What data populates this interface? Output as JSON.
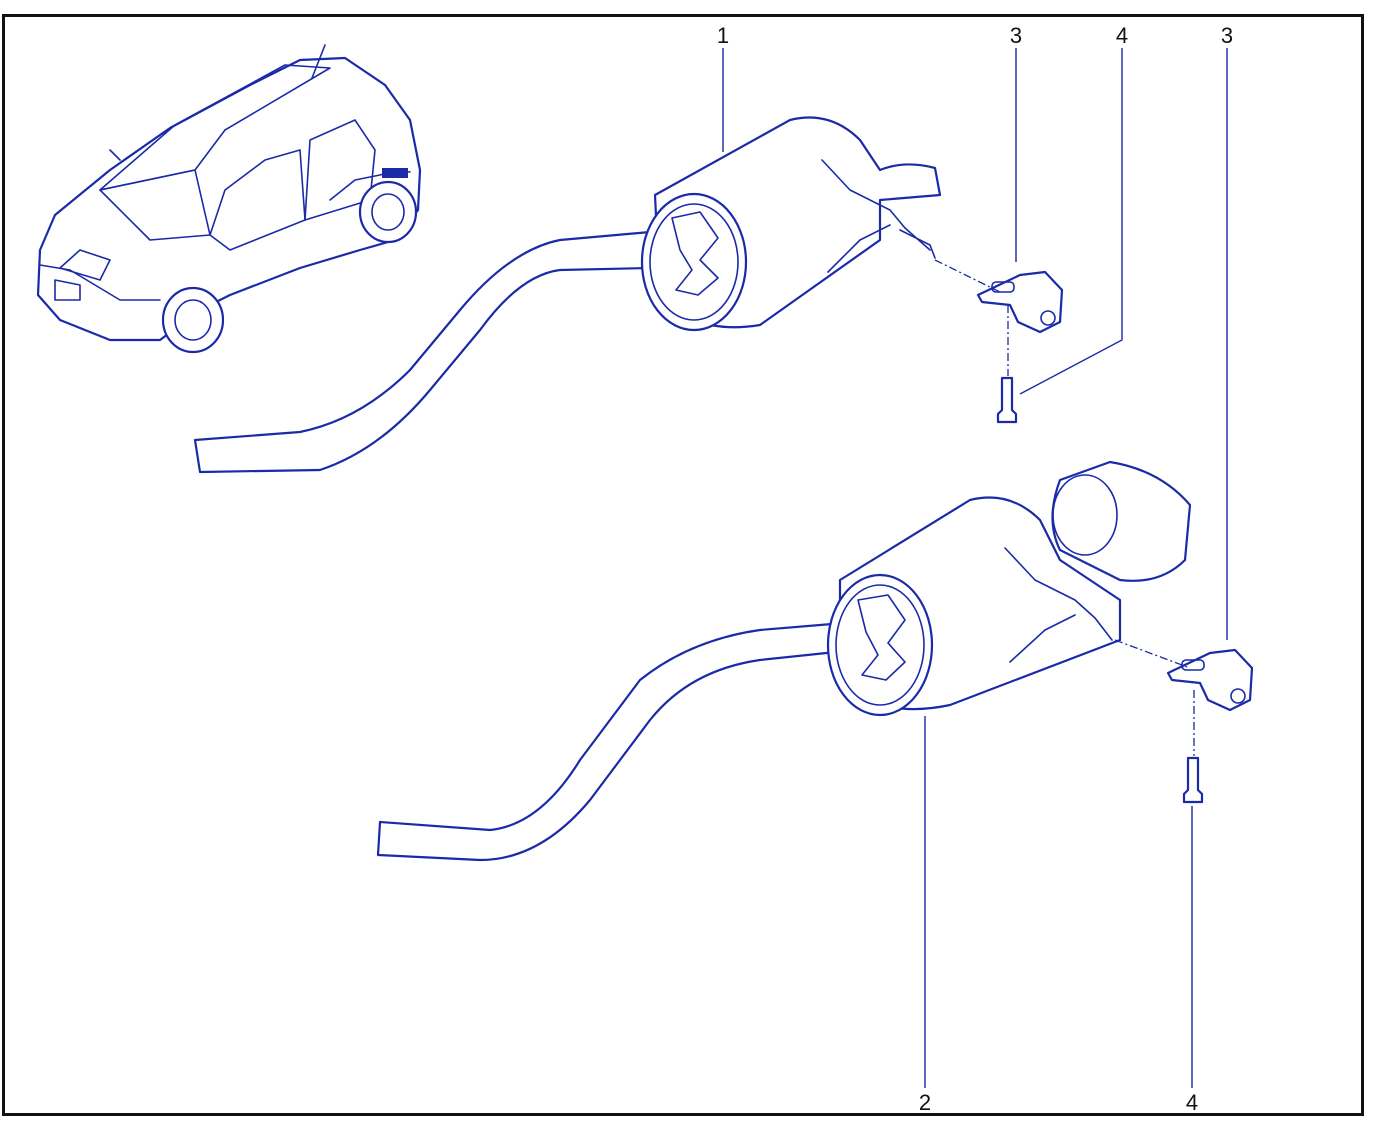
{
  "colors": {
    "line": "#1a2aa8",
    "frame": "#111111",
    "background": "#ffffff"
  },
  "callouts": {
    "top_muffler": "1",
    "lower_muffler": "2",
    "top_bracket": "3",
    "top_bolt": "4",
    "lower_bracket": "3",
    "lower_bolt": "4"
  }
}
